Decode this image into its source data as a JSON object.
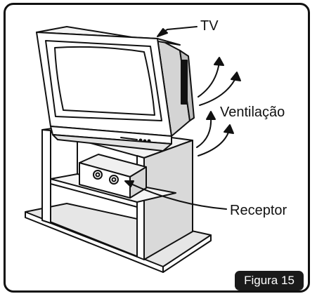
{
  "labels": {
    "tv": "TV",
    "ventilation": "Ventilação",
    "receiver": "Receptor"
  },
  "figure_badge": "Figura 15",
  "colors": {
    "ink": "#111111",
    "paper": "#ffffff",
    "shade": "#d9d9d9",
    "badge_bg": "#1a1a1a",
    "badge_text": "#ffffff"
  }
}
